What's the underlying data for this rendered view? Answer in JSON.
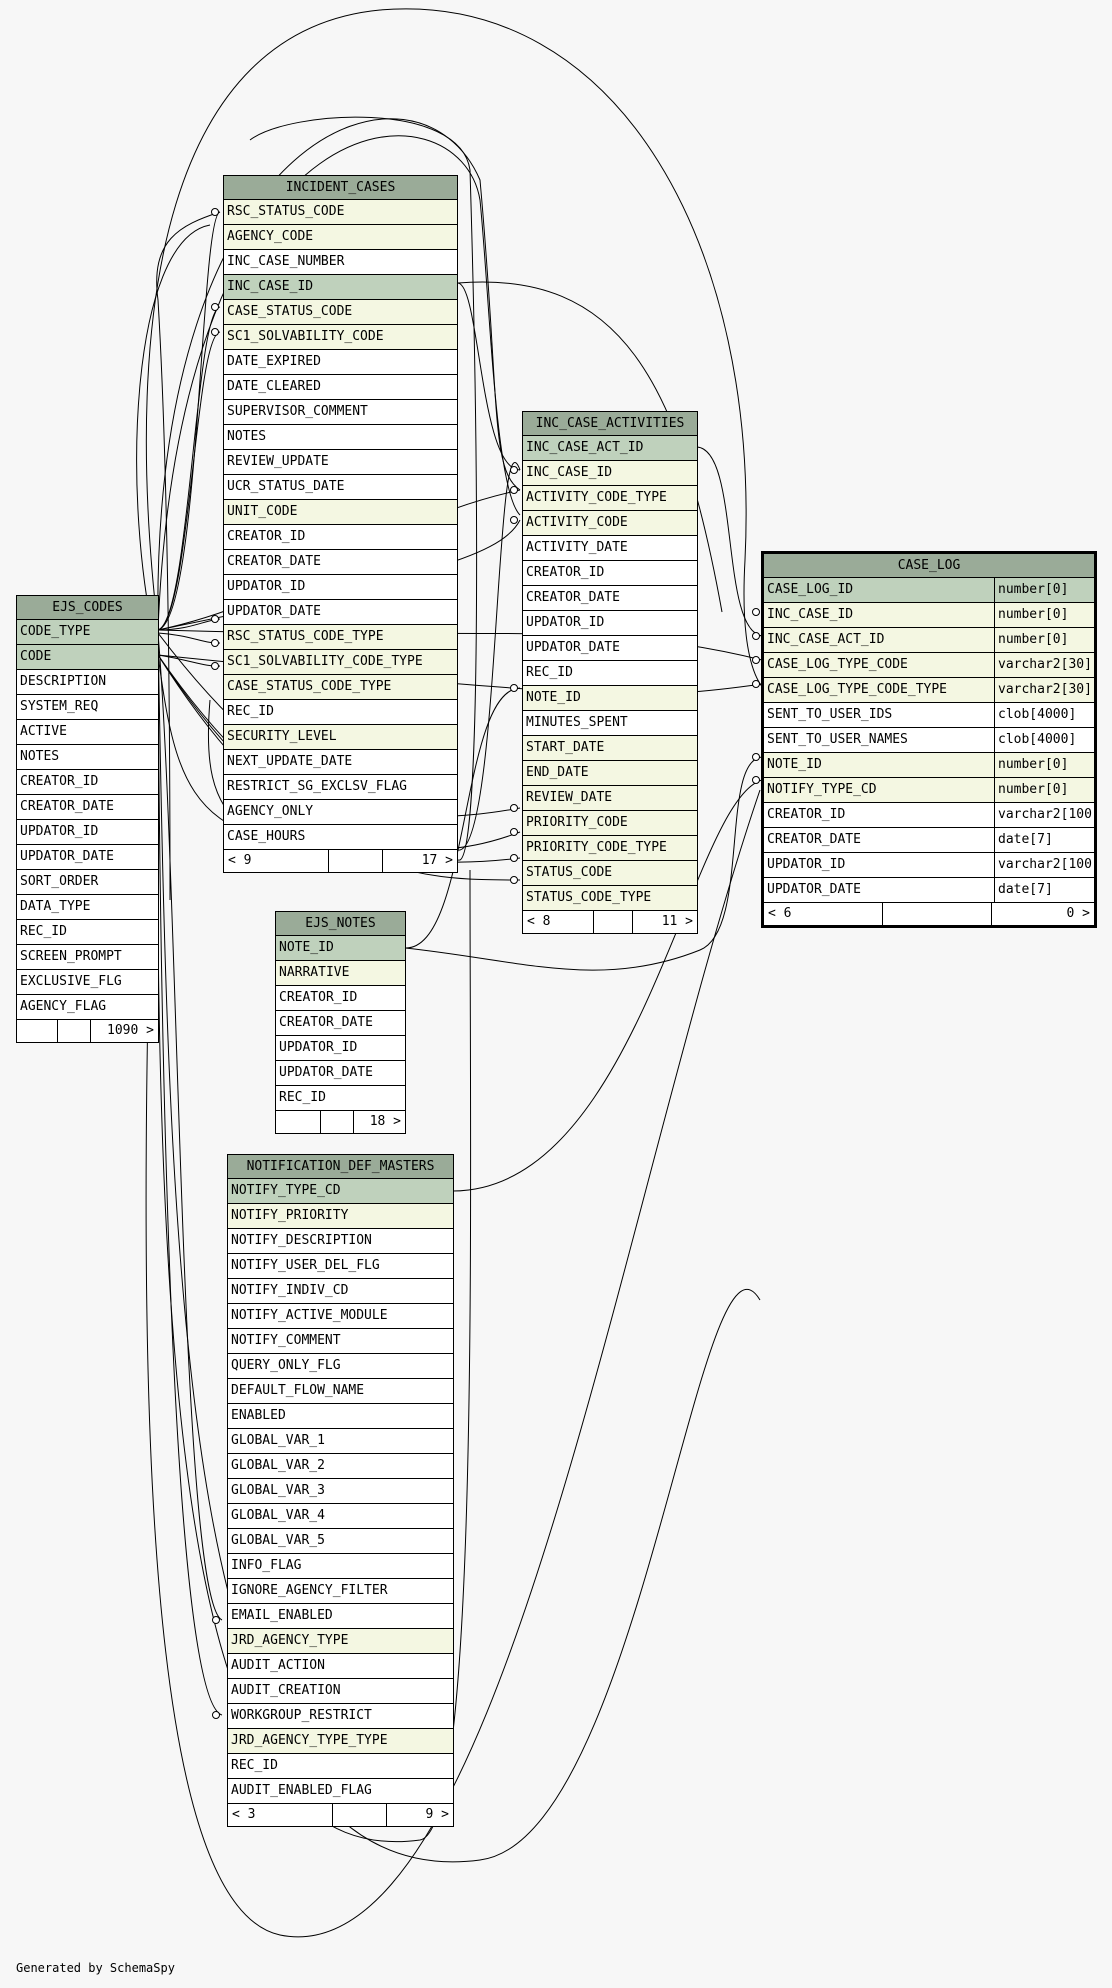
{
  "tables": {
    "ejs_codes": {
      "name": "EJS_CODES",
      "columns": [
        {
          "name": "CODE_TYPE",
          "kind": "pk"
        },
        {
          "name": "CODE",
          "kind": "pk"
        },
        {
          "name": "DESCRIPTION",
          "kind": "plain"
        },
        {
          "name": "SYSTEM_REQ",
          "kind": "plain"
        },
        {
          "name": "ACTIVE",
          "kind": "plain"
        },
        {
          "name": "NOTES",
          "kind": "plain"
        },
        {
          "name": "CREATOR_ID",
          "kind": "plain"
        },
        {
          "name": "CREATOR_DATE",
          "kind": "plain"
        },
        {
          "name": "UPDATOR_ID",
          "kind": "plain"
        },
        {
          "name": "UPDATOR_DATE",
          "kind": "plain"
        },
        {
          "name": "SORT_ORDER",
          "kind": "plain"
        },
        {
          "name": "DATA_TYPE",
          "kind": "plain"
        },
        {
          "name": "REC_ID",
          "kind": "plain"
        },
        {
          "name": "SCREEN_PROMPT",
          "kind": "plain"
        },
        {
          "name": "EXCLUSIVE_FLG",
          "kind": "plain"
        },
        {
          "name": "AGENCY_FLAG",
          "kind": "plain"
        }
      ],
      "footer": {
        "parents": "",
        "children": "",
        "rows": "1090 >"
      }
    },
    "incident_cases": {
      "name": "INCIDENT_CASES",
      "columns": [
        {
          "name": "RSC_STATUS_CODE",
          "kind": "fk"
        },
        {
          "name": "AGENCY_CODE",
          "kind": "fk"
        },
        {
          "name": "INC_CASE_NUMBER",
          "kind": "plain"
        },
        {
          "name": "INC_CASE_ID",
          "kind": "pk"
        },
        {
          "name": "CASE_STATUS_CODE",
          "kind": "fk"
        },
        {
          "name": "SC1_SOLVABILITY_CODE",
          "kind": "fk"
        },
        {
          "name": "DATE_EXPIRED",
          "kind": "plain"
        },
        {
          "name": "DATE_CLEARED",
          "kind": "plain"
        },
        {
          "name": "SUPERVISOR_COMMENT",
          "kind": "plain"
        },
        {
          "name": "NOTES",
          "kind": "plain"
        },
        {
          "name": "REVIEW_UPDATE",
          "kind": "plain"
        },
        {
          "name": "UCR_STATUS_DATE",
          "kind": "plain"
        },
        {
          "name": "UNIT_CODE",
          "kind": "fk"
        },
        {
          "name": "CREATOR_ID",
          "kind": "plain"
        },
        {
          "name": "CREATOR_DATE",
          "kind": "plain"
        },
        {
          "name": "UPDATOR_ID",
          "kind": "plain"
        },
        {
          "name": "UPDATOR_DATE",
          "kind": "plain"
        },
        {
          "name": "RSC_STATUS_CODE_TYPE",
          "kind": "fk"
        },
        {
          "name": "SC1_SOLVABILITY_CODE_TYPE",
          "kind": "fk"
        },
        {
          "name": "CASE_STATUS_CODE_TYPE",
          "kind": "fk"
        },
        {
          "name": "REC_ID",
          "kind": "plain"
        },
        {
          "name": "SECURITY_LEVEL",
          "kind": "fk"
        },
        {
          "name": "NEXT_UPDATE_DATE",
          "kind": "plain"
        },
        {
          "name": "RESTRICT_SG_EXCLSV_FLAG",
          "kind": "plain"
        },
        {
          "name": "AGENCY_ONLY",
          "kind": "plain"
        },
        {
          "name": "CASE_HOURS",
          "kind": "plain"
        }
      ],
      "footer": {
        "parents": "< 9",
        "children": "",
        "rows": "17 >"
      }
    },
    "inc_case_activities": {
      "name": "INC_CASE_ACTIVITIES",
      "columns": [
        {
          "name": "INC_CASE_ACT_ID",
          "kind": "pk"
        },
        {
          "name": "INC_CASE_ID",
          "kind": "fk"
        },
        {
          "name": "ACTIVITY_CODE_TYPE",
          "kind": "fk"
        },
        {
          "name": "ACTIVITY_CODE",
          "kind": "fk"
        },
        {
          "name": "ACTIVITY_DATE",
          "kind": "plain"
        },
        {
          "name": "CREATOR_ID",
          "kind": "plain"
        },
        {
          "name": "CREATOR_DATE",
          "kind": "plain"
        },
        {
          "name": "UPDATOR_ID",
          "kind": "plain"
        },
        {
          "name": "UPDATOR_DATE",
          "kind": "plain"
        },
        {
          "name": "REC_ID",
          "kind": "plain"
        },
        {
          "name": "NOTE_ID",
          "kind": "fk"
        },
        {
          "name": "MINUTES_SPENT",
          "kind": "plain"
        },
        {
          "name": "START_DATE",
          "kind": "fk"
        },
        {
          "name": "END_DATE",
          "kind": "fk"
        },
        {
          "name": "REVIEW_DATE",
          "kind": "fk"
        },
        {
          "name": "PRIORITY_CODE",
          "kind": "fk"
        },
        {
          "name": "PRIORITY_CODE_TYPE",
          "kind": "fk"
        },
        {
          "name": "STATUS_CODE",
          "kind": "fk"
        },
        {
          "name": "STATUS_CODE_TYPE",
          "kind": "fk"
        }
      ],
      "footer": {
        "parents": "< 8",
        "children": "",
        "rows": "11 >"
      }
    },
    "case_log": {
      "name": "CASE_LOG",
      "columns": [
        {
          "name": "CASE_LOG_ID",
          "type": "number[0]",
          "kind": "pk"
        },
        {
          "name": "INC_CASE_ID",
          "type": "number[0]",
          "kind": "fk"
        },
        {
          "name": "INC_CASE_ACT_ID",
          "type": "number[0]",
          "kind": "fk"
        },
        {
          "name": "CASE_LOG_TYPE_CODE",
          "type": "varchar2[30]",
          "kind": "fk"
        },
        {
          "name": "CASE_LOG_TYPE_CODE_TYPE",
          "type": "varchar2[30]",
          "kind": "fk"
        },
        {
          "name": "SENT_TO_USER_IDS",
          "type": "clob[4000]",
          "kind": "plain"
        },
        {
          "name": "SENT_TO_USER_NAMES",
          "type": "clob[4000]",
          "kind": "plain"
        },
        {
          "name": "NOTE_ID",
          "type": "number[0]",
          "kind": "fk"
        },
        {
          "name": "NOTIFY_TYPE_CD",
          "type": "number[0]",
          "kind": "fk"
        },
        {
          "name": "CREATOR_ID",
          "type": "varchar2[100]",
          "kind": "plain"
        },
        {
          "name": "CREATOR_DATE",
          "type": "date[7]",
          "kind": "plain"
        },
        {
          "name": "UPDATOR_ID",
          "type": "varchar2[100]",
          "kind": "plain"
        },
        {
          "name": "UPDATOR_DATE",
          "type": "date[7]",
          "kind": "plain"
        }
      ],
      "footer": {
        "parents": "< 6",
        "children": "",
        "rows": "0 >"
      }
    },
    "ejs_notes": {
      "name": "EJS_NOTES",
      "columns": [
        {
          "name": "NOTE_ID",
          "kind": "pk"
        },
        {
          "name": "NARRATIVE",
          "kind": "fk"
        },
        {
          "name": "CREATOR_ID",
          "kind": "plain"
        },
        {
          "name": "CREATOR_DATE",
          "kind": "plain"
        },
        {
          "name": "UPDATOR_ID",
          "kind": "plain"
        },
        {
          "name": "UPDATOR_DATE",
          "kind": "plain"
        },
        {
          "name": "REC_ID",
          "kind": "plain"
        }
      ],
      "footer": {
        "parents": "",
        "children": "",
        "rows": "18 >"
      }
    },
    "notification_def_masters": {
      "name": "NOTIFICATION_DEF_MASTERS",
      "columns": [
        {
          "name": "NOTIFY_TYPE_CD",
          "kind": "pk"
        },
        {
          "name": "NOTIFY_PRIORITY",
          "kind": "fk"
        },
        {
          "name": "NOTIFY_DESCRIPTION",
          "kind": "plain"
        },
        {
          "name": "NOTIFY_USER_DEL_FLG",
          "kind": "plain"
        },
        {
          "name": "NOTIFY_INDIV_CD",
          "kind": "plain"
        },
        {
          "name": "NOTIFY_ACTIVE_MODULE",
          "kind": "plain"
        },
        {
          "name": "NOTIFY_COMMENT",
          "kind": "plain"
        },
        {
          "name": "QUERY_ONLY_FLG",
          "kind": "plain"
        },
        {
          "name": "DEFAULT_FLOW_NAME",
          "kind": "plain"
        },
        {
          "name": "ENABLED",
          "kind": "plain"
        },
        {
          "name": "GLOBAL_VAR_1",
          "kind": "plain"
        },
        {
          "name": "GLOBAL_VAR_2",
          "kind": "plain"
        },
        {
          "name": "GLOBAL_VAR_3",
          "kind": "plain"
        },
        {
          "name": "GLOBAL_VAR_4",
          "kind": "plain"
        },
        {
          "name": "GLOBAL_VAR_5",
          "kind": "plain"
        },
        {
          "name": "INFO_FLAG",
          "kind": "plain"
        },
        {
          "name": "IGNORE_AGENCY_FILTER",
          "kind": "plain"
        },
        {
          "name": "EMAIL_ENABLED",
          "kind": "plain"
        },
        {
          "name": "JRD_AGENCY_TYPE",
          "kind": "fk"
        },
        {
          "name": "AUDIT_ACTION",
          "kind": "plain"
        },
        {
          "name": "AUDIT_CREATION",
          "kind": "plain"
        },
        {
          "name": "WORKGROUP_RESTRICT",
          "kind": "plain"
        },
        {
          "name": "JRD_AGENCY_TYPE_TYPE",
          "kind": "fk"
        },
        {
          "name": "REC_ID",
          "kind": "plain"
        },
        {
          "name": "AUDIT_ENABLED_FLAG",
          "kind": "plain"
        }
      ],
      "footer": {
        "parents": "< 3",
        "children": "",
        "rows": "9 >"
      }
    }
  },
  "footer_note": "Generated by SchemaSpy",
  "colors": {
    "header": "#9aab98",
    "primary_key": "#bfd1bc",
    "foreign_key": "#f4f7e2",
    "background": "#f7f7f7"
  }
}
